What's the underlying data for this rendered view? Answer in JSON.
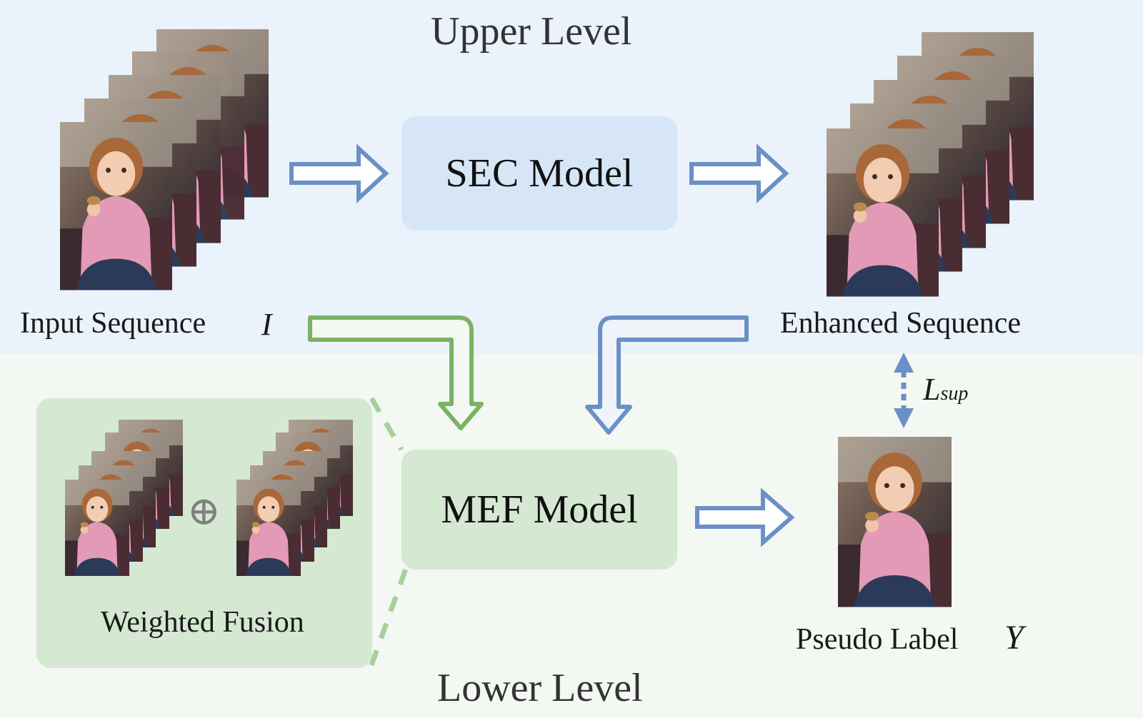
{
  "upper_level": {
    "title": "Upper Level"
  },
  "lower_level": {
    "title": "Lower Level"
  },
  "sec_model": {
    "label": "SEC Model"
  },
  "mef_model": {
    "label": "MEF Model"
  },
  "input_sequence": {
    "label": "Input  Sequence",
    "symbol": "I"
  },
  "enhanced_sequence": {
    "label": "Enhanced  Sequence"
  },
  "pseudo_label": {
    "label": "Pseudo Label",
    "symbol": "Y"
  },
  "loss": {
    "symbol": "L",
    "subscript": "sup"
  },
  "weighted_fusion": {
    "label": "Weighted Fusion",
    "operator": "⊕"
  },
  "colors": {
    "upper_bg": "#eaf2fb",
    "lower_bg": "#f3f8f2",
    "blue_arrow": "#6b8fc7",
    "green_arrow": "#79b363",
    "sec_box": "#d6e6f7",
    "mef_box": "#d5e8d2"
  }
}
